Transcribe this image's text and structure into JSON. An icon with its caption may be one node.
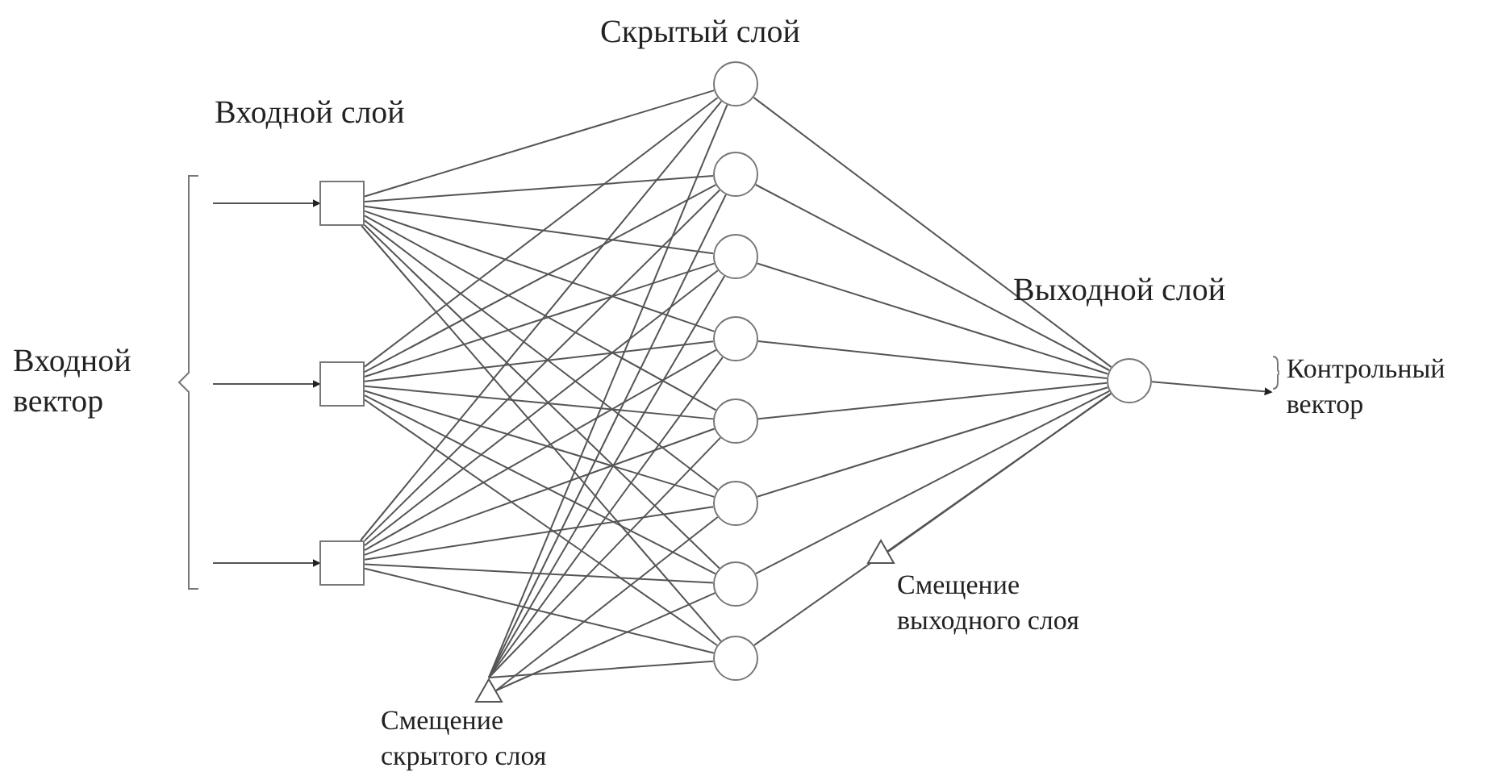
{
  "diagram": {
    "nodes": [
      {
        "text": [
          "Входной вектор"
        ]
      },
      {
        "text": [],
        "shape": "box"
      },
      {
        "text": [],
        "shape": "box"
      },
      {
        "text": [],
        "shape": "box"
      },
      {
        "text": [],
        "shape": "circle"
      },
      {
        "text": [],
        "shape": "circle"
      },
      {
        "text": [],
        "shape": "circle"
      },
      {
        "text": [],
        "shape": "circle"
      },
      {
        "text": [],
        "shape": "circle"
      },
      {
        "text": [],
        "shape": "circle"
      },
      {
        "text": [],
        "shape": "circle"
      },
      {
        "text": [],
        "shape": "circle"
      },
      {
        "text": [],
        "shape": "circle"
      },
      {
        "text": [
          "Контрольный вектор"
        ]
      },
      {
        "text": [],
        "shape": "triangle",
        "beside": [
          "Смещение скрытого слоя"
        ]
      },
      {
        "text": [],
        "shape": "triangle",
        "beside": [
          "Смещение выходного слоя"
        ]
      }
    ],
    "edges": [
      {
        "from": 0,
        "to": 1,
        "arrow": "to"
      },
      {
        "from": 0,
        "to": 2,
        "arrow": "to"
      },
      {
        "from": 0,
        "to": 3,
        "arrow": "to"
      },
      {
        "from": 1,
        "to": 4,
        "arrow": "none"
      },
      {
        "from": 1,
        "to": 5,
        "arrow": "none"
      },
      {
        "from": 1,
        "to": 6,
        "arrow": "none"
      },
      {
        "from": 1,
        "to": 7,
        "arrow": "none"
      },
      {
        "from": 1,
        "to": 8,
        "arrow": "none"
      },
      {
        "from": 1,
        "to": 9,
        "arrow": "none"
      },
      {
        "from": 1,
        "to": 10,
        "arrow": "none"
      },
      {
        "from": 1,
        "to": 11,
        "arrow": "none"
      },
      {
        "from": 2,
        "to": 4,
        "arrow": "none"
      },
      {
        "from": 2,
        "to": 5,
        "arrow": "none"
      },
      {
        "from": 2,
        "to": 6,
        "arrow": "none"
      },
      {
        "from": 2,
        "to": 7,
        "arrow": "none"
      },
      {
        "from": 2,
        "to": 8,
        "arrow": "none"
      },
      {
        "from": 2,
        "to": 9,
        "arrow": "none"
      },
      {
        "from": 2,
        "to": 10,
        "arrow": "none"
      },
      {
        "from": 2,
        "to": 11,
        "arrow": "none"
      },
      {
        "from": 3,
        "to": 4,
        "arrow": "none"
      },
      {
        "from": 3,
        "to": 5,
        "arrow": "none"
      },
      {
        "from": 3,
        "to": 6,
        "arrow": "none"
      },
      {
        "from": 3,
        "to": 7,
        "arrow": "none"
      },
      {
        "from": 3,
        "to": 8,
        "arrow": "none"
      },
      {
        "from": 3,
        "to": 9,
        "arrow": "none"
      },
      {
        "from": 3,
        "to": 10,
        "arrow": "none"
      },
      {
        "from": 3,
        "to": 11,
        "arrow": "none"
      },
      {
        "from": 4,
        "to": 12,
        "arrow": "none"
      },
      {
        "from": 5,
        "to": 12,
        "arrow": "none"
      },
      {
        "from": 6,
        "to": 12,
        "arrow": "none"
      },
      {
        "from": 7,
        "to": 12,
        "arrow": "none"
      },
      {
        "from": 8,
        "to": 12,
        "arrow": "none"
      },
      {
        "from": 9,
        "to": 12,
        "arrow": "none"
      },
      {
        "from": 10,
        "to": 12,
        "arrow": "none"
      },
      {
        "from": 11,
        "to": 12,
        "arrow": "none"
      },
      {
        "from": 14,
        "to": 4,
        "arrow": "none"
      },
      {
        "from": 14,
        "to": 5,
        "arrow": "none"
      },
      {
        "from": 14,
        "to": 6,
        "arrow": "none"
      },
      {
        "from": 14,
        "to": 7,
        "arrow": "none"
      },
      {
        "from": 14,
        "to": 8,
        "arrow": "none"
      },
      {
        "from": 14,
        "to": 9,
        "arrow": "none"
      },
      {
        "from": 14,
        "to": 10,
        "arrow": "none"
      },
      {
        "from": 14,
        "to": 11,
        "arrow": "none"
      },
      {
        "from": 15,
        "to": 12,
        "arrow": "none"
      },
      {
        "from": 12,
        "to": 13,
        "arrow": "to"
      }
    ],
    "labels": [
      "Скрытый слой",
      "Входной слой",
      "Выходной слой"
    ]
  }
}
